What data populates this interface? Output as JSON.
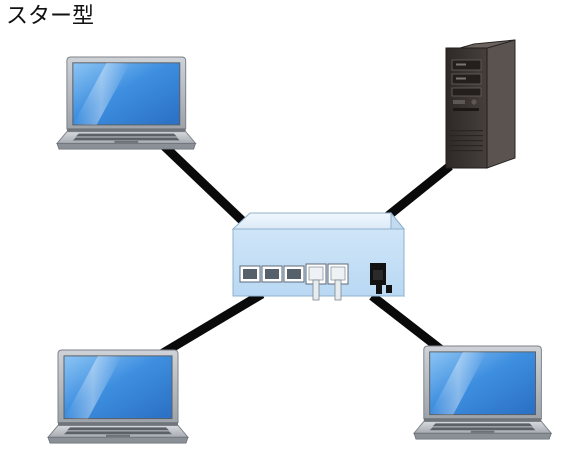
{
  "diagram": {
    "title": "スター型",
    "nodes": [
      {
        "id": "laptop-top-left",
        "kind": "laptop-icon"
      },
      {
        "id": "tower-server",
        "kind": "tower-server-icon"
      },
      {
        "id": "network-hub",
        "kind": "network-switch-icon"
      },
      {
        "id": "laptop-bottom-left",
        "kind": "laptop-icon"
      },
      {
        "id": "laptop-bottom-right",
        "kind": "laptop-icon"
      }
    ],
    "links": [
      {
        "from": "laptop-top-left",
        "to": "network-hub"
      },
      {
        "from": "tower-server",
        "to": "network-hub"
      },
      {
        "from": "laptop-bottom-left",
        "to": "network-hub"
      },
      {
        "from": "laptop-bottom-right",
        "to": "network-hub"
      }
    ],
    "colors": {
      "cable": "#0a0a0a",
      "hub_body": "#d9ecfb",
      "tower": "#3a3432",
      "screen": "#3b8fe0"
    }
  }
}
